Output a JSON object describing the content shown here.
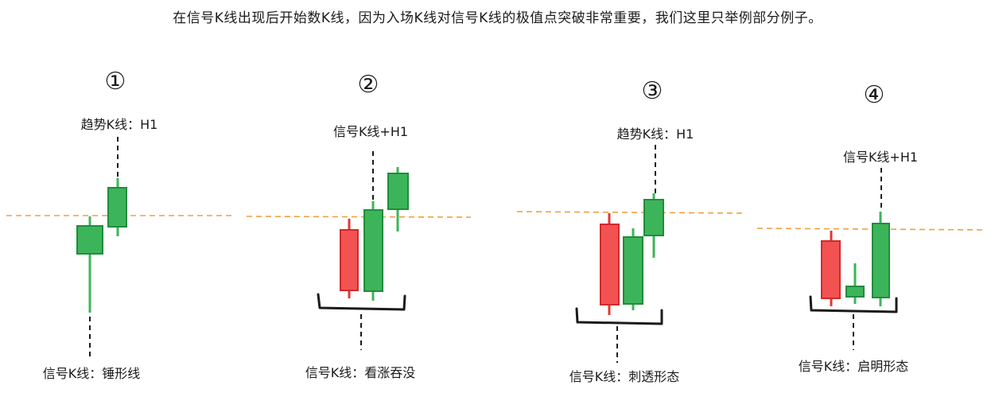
{
  "caption": "在信号K线出现后开始数K线，因为入场K线对信号K线的极值点突破非常重要，我们这里只举例部分例子。",
  "colors": {
    "bull": "#3cb55a",
    "bull_border": "#228b3c",
    "bear": "#f25252",
    "bear_border": "#d02a2a",
    "level": "#f0a040",
    "ink": "#1b1b1b"
  },
  "panels": [
    {
      "number": "①",
      "top_label": "趋势K线：H1",
      "bottom_label": "信号K线：锤形线"
    },
    {
      "number": "②",
      "top_label": "信号K线+H1",
      "bottom_label": "信号K线：看涨吞没"
    },
    {
      "number": "③",
      "top_label": "趋势K线：H1",
      "bottom_label": "信号K线：刺透形态"
    },
    {
      "number": "④",
      "top_label": "信号K线+H1",
      "bottom_label": "信号K线：启明形态"
    }
  ]
}
